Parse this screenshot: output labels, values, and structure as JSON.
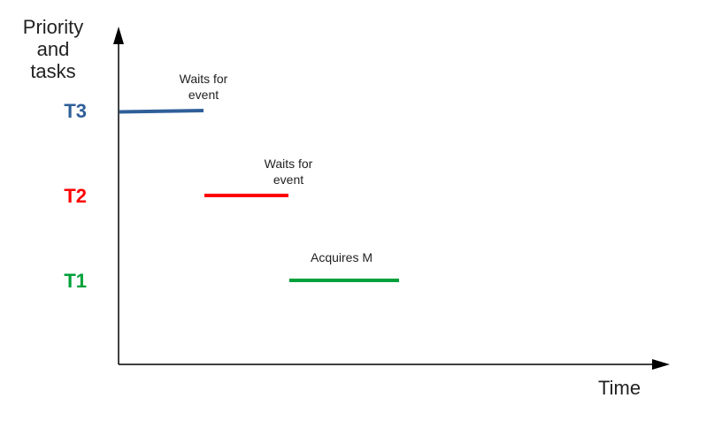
{
  "y_axis_label": [
    "Priority",
    "and",
    "tasks"
  ],
  "x_axis_label": "Time",
  "tasks": [
    {
      "name": "T3",
      "color": "#2f5f99",
      "annotation": [
        "Waits for",
        "event"
      ]
    },
    {
      "name": "T2",
      "color": "#ff0000",
      "annotation": [
        "Waits for",
        "event"
      ]
    },
    {
      "name": "T1",
      "color": "#00a03a",
      "annotation": [
        "Acquires M"
      ]
    }
  ]
}
